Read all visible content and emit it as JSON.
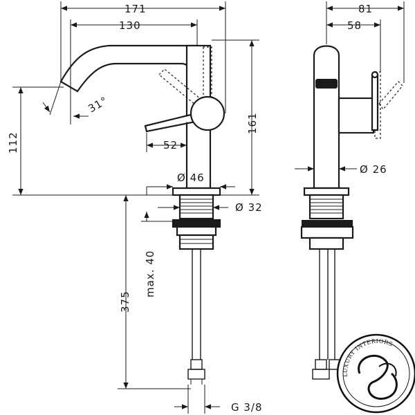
{
  "dimensions": {
    "total_reach": "171",
    "spout_reach": "130",
    "spout_angle": "31°",
    "height_112": "112",
    "height_161": "161",
    "lever_52": "52",
    "base_diameter": "Ø 46",
    "shank_diameter": "Ø 32",
    "max_thickness": "max. 40",
    "hose_length": "375",
    "connection": "G 3/8",
    "side_depth": "81",
    "side_58": "58",
    "body_diameter": "Ø 26"
  },
  "logo": {
    "text": "LUXURY INTERIORS"
  }
}
